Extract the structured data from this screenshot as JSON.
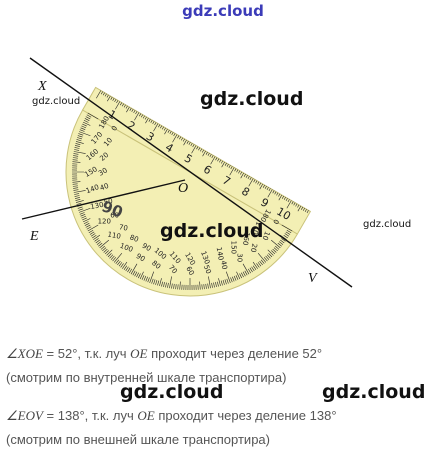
{
  "watermarks": {
    "top": "gdz.cloud",
    "w1": "gdz.cloud",
    "w2": "gdz.cloud",
    "w3": "gdz.cloud",
    "w4": "gdz.cloud",
    "small1": "gdz.cloud",
    "small2": "gdz.cloud"
  },
  "labels": {
    "X": "X",
    "O": "O",
    "E": "E",
    "V": "V"
  },
  "ruler_numbers": [
    "1",
    "2",
    "3",
    "4",
    "5",
    "6",
    "7",
    "8",
    "9",
    "10"
  ],
  "inner_scale": [
    "0",
    "10",
    "20",
    "30",
    "40",
    "50",
    "60",
    "70",
    "80",
    "90",
    "100",
    "110",
    "120",
    "130",
    "140",
    "150",
    "160",
    "170",
    "180"
  ],
  "outer_scale": [
    "180",
    "170",
    "160",
    "150",
    "140",
    "130",
    "120",
    "110",
    "100",
    "90",
    "80",
    "70",
    "60",
    "50",
    "40",
    "30",
    "20",
    "10",
    "0"
  ],
  "big_ninety": "90",
  "text": {
    "line1_angle": "∠XOE",
    "line1_rest": " = 52°, т.к. луч ",
    "line1_ray": "OE",
    "line1_end": " проходит через деление 52°",
    "line2": "(смотрим по внутренней шкале транспортира)",
    "line3_angle": "∠EOV",
    "line3_rest": " = 138°, т.к. луч ",
    "line3_ray": "OE",
    "line3_end": " проходит через деление 138°",
    "line4": "(смотрим по внешней шкале транспортира)"
  },
  "colors": {
    "protractor": "#f3efb4",
    "protractor_edge": "#c9c27a",
    "ink": "#222222",
    "caption": "#555555"
  }
}
